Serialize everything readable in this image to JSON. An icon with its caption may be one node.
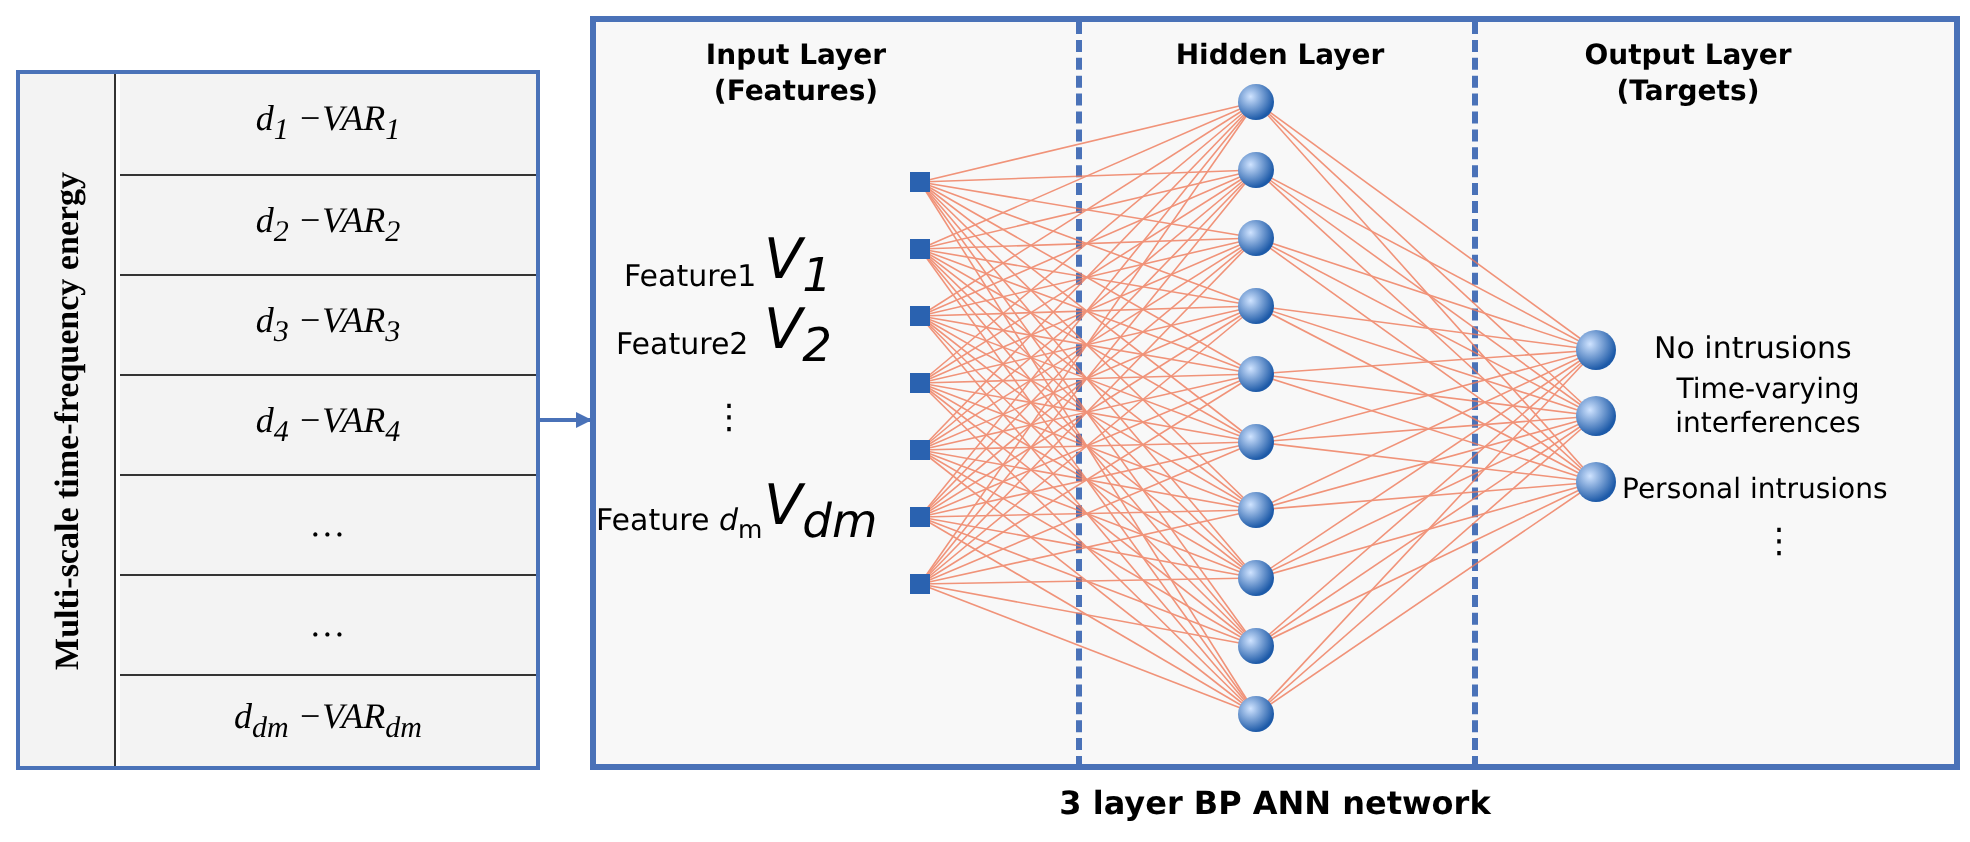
{
  "diagram": {
    "title": "3 layer BP ANN network",
    "nodes": [
      {
        "text": [
          "Multi-scale time-frequency energy"
        ]
      },
      {
        "text": [
          "d$_{1}$ −VAR$_{1}$"
        ],
        "in": 0
      },
      {
        "text": [
          "d$_{2}$ −VAR$_{2}$"
        ],
        "in": 0
      },
      {
        "text": [
          "d$_{3}$ −VAR$_{3}$"
        ],
        "in": 0
      },
      {
        "text": [
          "d$_{4}$ −VAR$_{4}$"
        ],
        "in": 0
      },
      {
        "text": [
          "…"
        ],
        "in": 0
      },
      {
        "text": [
          "…"
        ],
        "in": 0
      },
      {
        "text": [
          "d$_{dm}$ −VAR$_{dm}$"
        ],
        "in": 0
      },
      {
        "text": [],
        "shape": "box"
      },
      {
        "text": [
          "Input Layer (Features)"
        ],
        "in": 8
      },
      {
        "text": [
          "Hidden Layer"
        ],
        "in": 8
      },
      {
        "text": [
          "Output Layer (Targets)"
        ],
        "in": 8
      }
    ],
    "edges": [
      {
        "from": 0,
        "to": 8,
        "arrow": "to"
      }
    ],
    "labels": [
      "Feature1",
      "V$_{1}$",
      "Feature2",
      "V$_{2}$",
      "⋮",
      "Feature *d*$_{m}$",
      "V$_{dm}$",
      "No intrusions",
      "Time-varying interferences",
      "Personal intrusions",
      "⋮"
    ]
  }
}
